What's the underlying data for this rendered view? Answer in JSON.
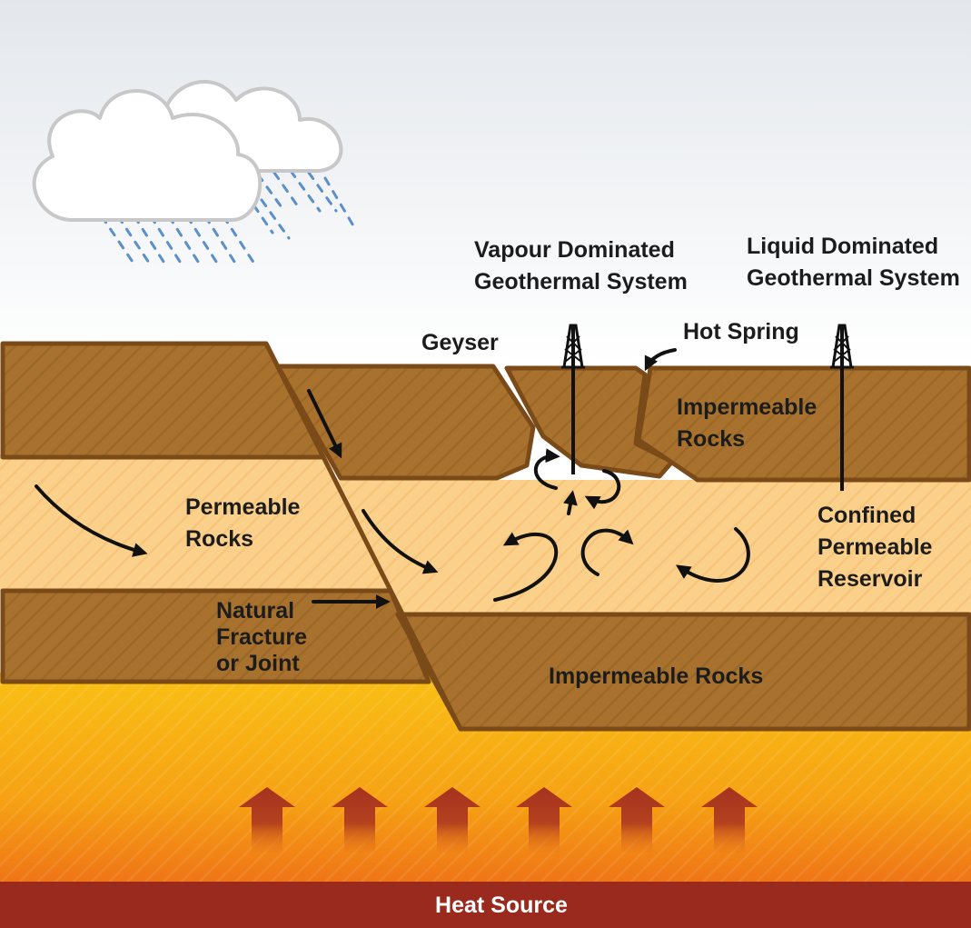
{
  "labels": {
    "vapour_line1": "Vapour Dominated",
    "vapour_line2": "Geothermal System",
    "liquid_line1": "Liquid Dominated",
    "liquid_line2": "Geothermal System",
    "geyser": "Geyser",
    "hot_spring": "Hot Spring",
    "impermeable_top_line1": "Impermeable",
    "impermeable_top_line2": "Rocks",
    "permeable_line1": "Permeable",
    "permeable_line2": "Rocks",
    "confined_line1": "Confined",
    "confined_line2": "Permeable",
    "confined_line3": "Reservoir",
    "fracture_line1": "Natural",
    "fracture_line2": "Fracture",
    "fracture_line3": "or Joint",
    "impermeable_bottom": "Impermeable Rocks",
    "heat_source": "Heat Source"
  },
  "colors": {
    "sky_top": "#e3e7ec",
    "sky_bottom": "#ffffff",
    "impermeable_rock": "#a8722e",
    "rock_outline": "#7a4a18",
    "permeable_rock": "#fbd08b",
    "heat_zone_top": "#f9c015",
    "heat_zone_bottom": "#f07b16",
    "heat_band": "#9b2a1e",
    "heat_arrow": "#a5321f",
    "rain": "#5b8fc9",
    "cloud_fill": "#ffffff",
    "cloud_outline": "#c8c8c8"
  },
  "icons": [
    "cloud-icon",
    "rain-icon",
    "drilling-rig-icon",
    "heat-arrow-icon",
    "flow-arrow-icon"
  ]
}
